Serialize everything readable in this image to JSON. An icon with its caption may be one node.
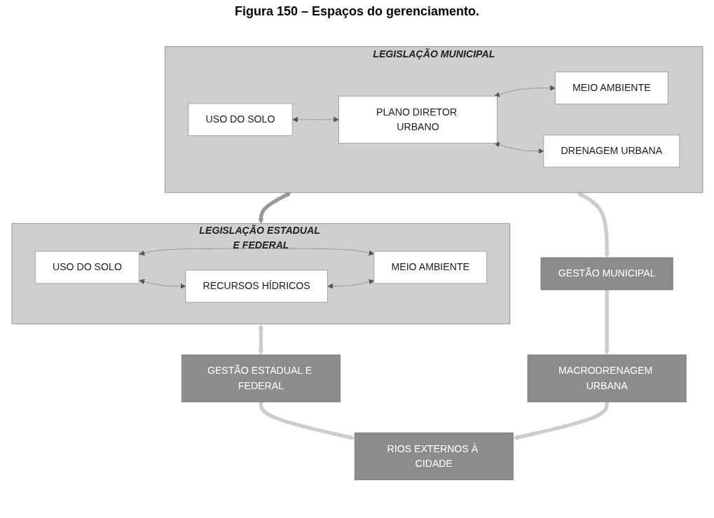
{
  "diagram": {
    "title": "Figura 150 – Espaços do gerenciamento.",
    "nodes": [
      {
        "text": [
          "LEGISLAÇÃO MUNICIPAL"
        ]
      },
      {
        "text": [
          "USO DO SOLO"
        ],
        "in": 0
      },
      {
        "text": [
          "PLANO DIRETOR URBANO"
        ],
        "in": 0
      },
      {
        "text": [
          "MEIO AMBIENTE"
        ],
        "in": 0
      },
      {
        "text": [
          "DRENAGEM URBANA"
        ],
        "in": 0
      },
      {
        "text": [
          "LEGISLAÇÃO ESTADUAL E FEDERAL"
        ]
      },
      {
        "text": [
          "USO DO SOLO"
        ],
        "in": 5
      },
      {
        "text": [
          "MEIO AMBIENTE"
        ],
        "in": 5
      },
      {
        "text": [
          "RECURSOS HÍDRICOS"
        ],
        "in": 5
      },
      {
        "text": [
          "GESTÃO MUNICIPAL"
        ]
      },
      {
        "text": [
          "GESTÃO ESTADUAL E FEDERAL"
        ]
      },
      {
        "text": [
          "MACRODRENAGEM URBANA"
        ]
      },
      {
        "text": [
          "RIOS EXTERNOS À CIDADE"
        ]
      }
    ],
    "edges": [
      {
        "from": 1,
        "to": 2,
        "arrow": "both",
        "style": "dashed"
      },
      {
        "from": 2,
        "to": 3,
        "arrow": "both",
        "style": "dashed"
      },
      {
        "from": 2,
        "to": 4,
        "arrow": "both",
        "style": "dashed"
      },
      {
        "from": 0,
        "to": 5,
        "arrow": "both",
        "style": "thick",
        "color": "#999999"
      },
      {
        "from": 6,
        "to": 7,
        "arrow": "both",
        "style": "dashed"
      },
      {
        "from": 6,
        "to": 8,
        "arrow": "both",
        "style": "dashed"
      },
      {
        "from": 8,
        "to": 7,
        "arrow": "both",
        "style": "dashed"
      },
      {
        "from": 0,
        "to": 9,
        "arrow": "both",
        "style": "thick",
        "color": "#cccccc"
      },
      {
        "from": 5,
        "to": 10,
        "arrow": "both",
        "style": "thick",
        "color": "#cccccc"
      },
      {
        "from": 9,
        "to": 11,
        "arrow": "to",
        "style": "thick",
        "color": "#cccccc"
      },
      {
        "from": 10,
        "to": 12,
        "arrow": "to",
        "style": "thick",
        "color": "#cccccc"
      },
      {
        "from": 11,
        "to": 12,
        "arrow": "to",
        "style": "thick",
        "color": "#cccccc"
      }
    ]
  }
}
